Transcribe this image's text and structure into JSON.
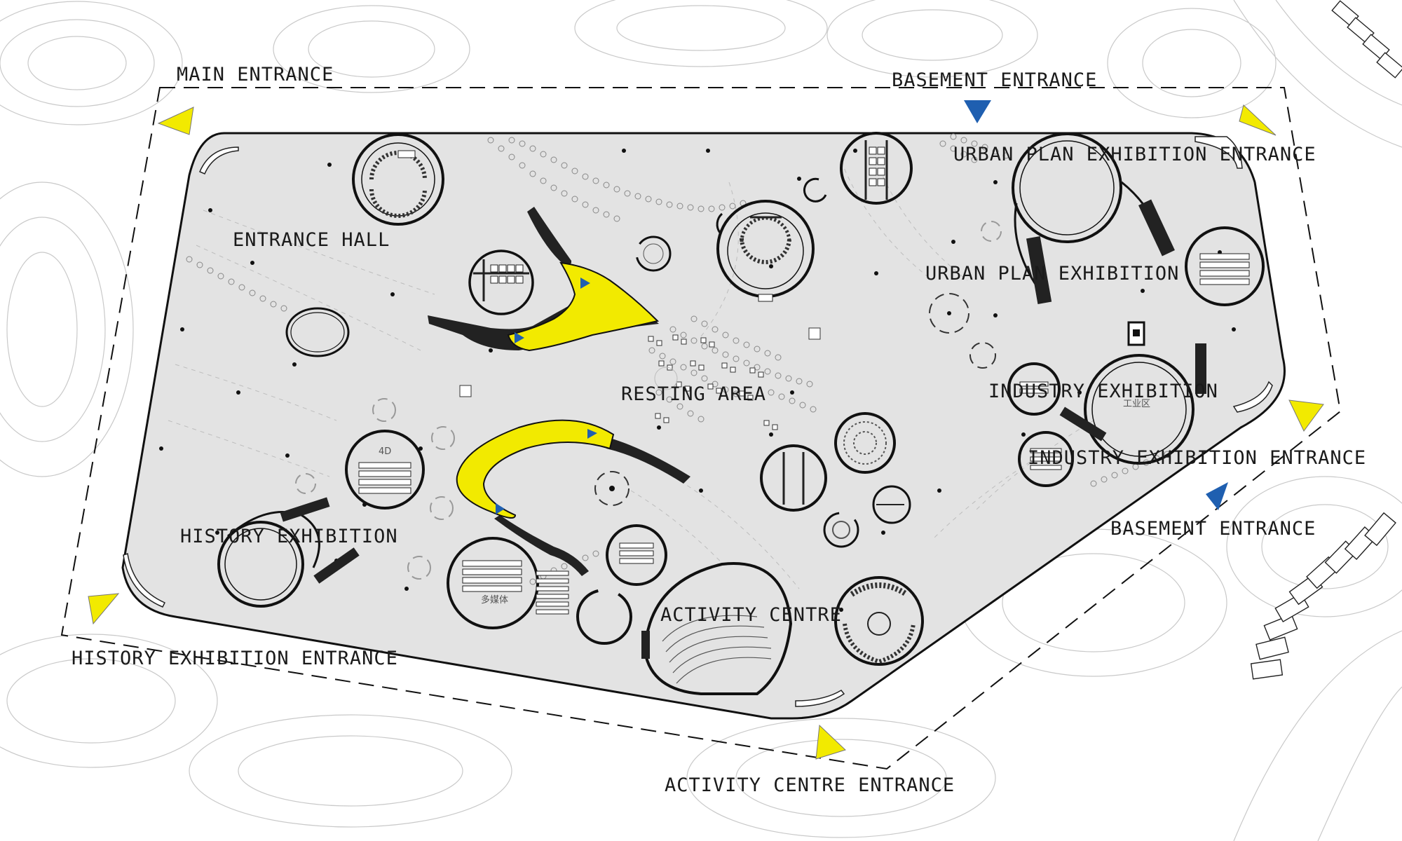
{
  "labels": {
    "main_entrance": "MAIN ENTRANCE",
    "basement_entrance_top": "BASEMENT ENTRANCE",
    "urban_plan_entrance": "URBAN PLAN EXHIBITION ENTRANCE",
    "entrance_hall": "ENTRANCE HALL",
    "urban_plan_exhibition": "URBAN PLAN EXHIBITION",
    "resting_area": "RESTING AREA",
    "industry_exhibition": "INDUSTRY EXHIBITION",
    "industry_entrance": "INDUSTRY EXHIBITION ENTRANCE",
    "basement_entrance_right": "BASEMENT ENTRANCE",
    "history_exhibition": "HISTORY EXHIBITION",
    "activity_centre": "ACTIVITY CENTRE",
    "history_entrance": "HISTORY EXHIBITION ENTRANCE",
    "activity_entrance": "ACTIVITY CENTRE ENTRANCE"
  },
  "room_marks": {
    "multimedia": "多媒体",
    "four_d": "4D",
    "industry_room": "工业区"
  },
  "colors": {
    "entrance_marker": "#f2ea00",
    "basement_marker": "#1f5fb0",
    "floor": "#e3e3e3",
    "ramp": "#f2ea00",
    "contour": "#c9c9c9"
  },
  "icons": {
    "entrance_marker": "yellow-triangle",
    "basement_marker": "blue-triangle"
  }
}
